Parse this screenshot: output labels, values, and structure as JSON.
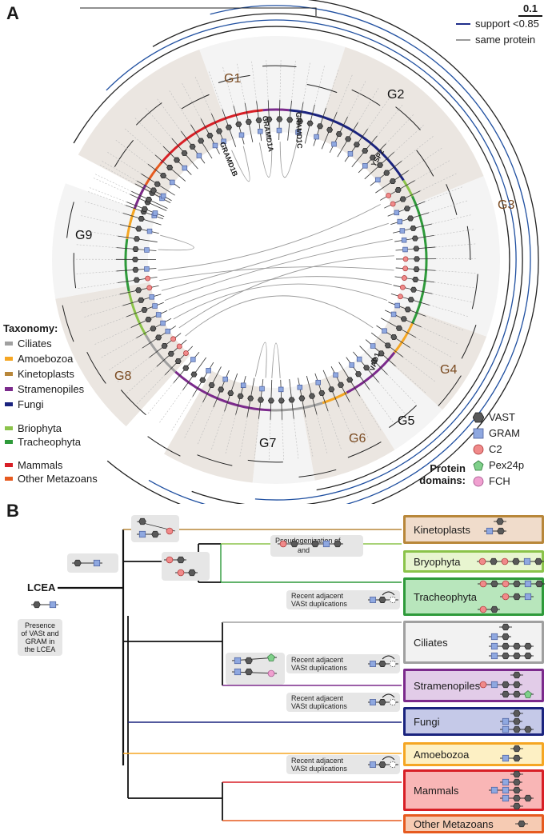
{
  "panel_a": {
    "letter": "A",
    "scale_bar": "0.1",
    "legend": [
      {
        "label": "support <0.85",
        "color": "#1f2d8a"
      },
      {
        "label": "same protein",
        "color": "#9a9a9a"
      }
    ],
    "groups": [
      "G1",
      "G2",
      "G3",
      "G4",
      "G5",
      "G6",
      "G7",
      "G8",
      "G9"
    ],
    "gene_labels": [
      "GRAMD1B",
      "GRAMD1A",
      "GRAMD1C",
      "YSP2",
      "VAD1"
    ],
    "taxonomy_title": "Taxonomy:",
    "taxonomy": [
      {
        "label": "Ciliates",
        "color": "#a0a0a0"
      },
      {
        "label": "Amoebozoa",
        "color": "#f5a623"
      },
      {
        "label": "Kinetoplasts",
        "color": "#b8873a"
      },
      {
        "label": "Stramenopiles",
        "color": "#7b2a8c"
      },
      {
        "label": "Fungi",
        "color": "#1a237e"
      },
      {
        "label": "Briophyta",
        "color": "#8bc34a"
      },
      {
        "label": "Tracheophyta",
        "color": "#2e9a3a"
      },
      {
        "label": "Mammals",
        "color": "#d81f26"
      },
      {
        "label": "Other Metazoans",
        "color": "#e65a1f"
      }
    ],
    "domains_title_1": "Protein",
    "domains_title_2": "domains:",
    "domains": [
      {
        "label": "VAST",
        "icon": "gray-hexagon",
        "color": "#595959"
      },
      {
        "label": "GRAM",
        "icon": "blue-square",
        "color": "#8fa8e0"
      },
      {
        "label": "C2",
        "icon": "pink-circle",
        "color": "#f08a8a"
      },
      {
        "label": "Pex24p",
        "icon": "green-pentagon",
        "color": "#7fd08a"
      },
      {
        "label": "FCH",
        "icon": "magenta-circle",
        "color": "#f0a0d0"
      }
    ]
  },
  "panel_b": {
    "letter": "B",
    "lcea": "LCEA",
    "presence_note": [
      "Presence",
      "of VASt and",
      "GRAM in",
      "the LCEA"
    ],
    "pseudo_note_1": "Pseudogenization of",
    "pseudo_note_2": "and",
    "dup_note_1": "Recent adjacent",
    "dup_note_2": "VASt duplications",
    "clades": [
      {
        "label": "Kinetoplasts",
        "fill": "#f0dccb",
        "border": "#b8873a"
      },
      {
        "label": "Bryophyta",
        "fill": "#e8f5d0",
        "border": "#8bc34a"
      },
      {
        "label": "Tracheophyta",
        "fill": "#b8e6bc",
        "border": "#2e9a3a"
      },
      {
        "label": "Ciliates",
        "fill": "#f2f2f2",
        "border": "#a0a0a0"
      },
      {
        "label": "Stramenopiles",
        "fill": "#e2cce8",
        "border": "#7b2a8c"
      },
      {
        "label": "Fungi",
        "fill": "#c5c9e8",
        "border": "#1a237e"
      },
      {
        "label": "Amoebozoa",
        "fill": "#fdf0c4",
        "border": "#f5a623"
      },
      {
        "label": "Mammals",
        "fill": "#f9b6b6",
        "border": "#d81f26"
      },
      {
        "label": "Other Metazoans",
        "fill": "#f6cbb3",
        "border": "#e65a1f"
      }
    ]
  }
}
